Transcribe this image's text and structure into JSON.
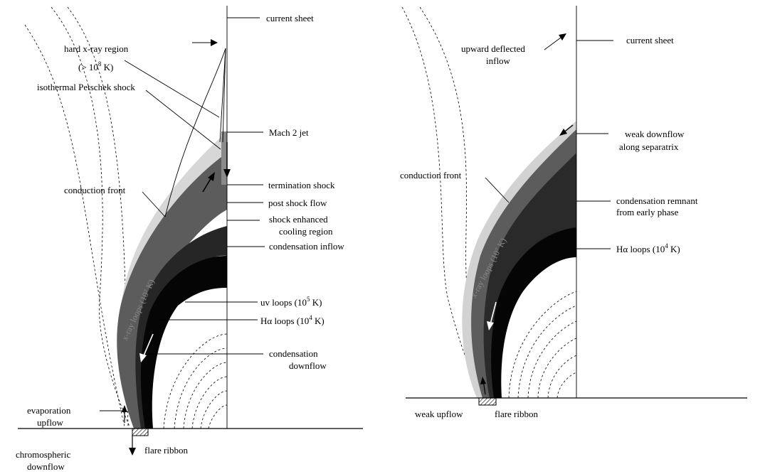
{
  "left_panel": {
    "current_sheet": "current sheet",
    "hard_xray_1": "hard x-ray region",
    "hard_xray_2": "(> 10",
    "hard_xray_exp": "8",
    "hard_xray_3": " K)",
    "petschek": "isothermal Petschek shock",
    "mach": "Mach 2 jet",
    "conduction": "conduction front",
    "termination": "termination shock",
    "post_shock": "post shock flow",
    "shock_cool_1": "shock enhanced",
    "shock_cool_2": "cooling region",
    "cond_inflow": "condensation inflow",
    "uv_1": "uv loops (10",
    "uv_exp": "5",
    "uv_2": " K)",
    "ha_1": "Hα loops (10",
    "ha_exp": "4",
    "ha_2": " K)",
    "cond_down_1": "condensation",
    "cond_down_2": "downflow",
    "evap_1": "evaporation",
    "evap_2": "upflow",
    "chromo_1": "chromospheric",
    "chromo_2": "downflow",
    "ribbon": "flare ribbon",
    "xray_loops": "x-ray loops (10⁷ K)"
  },
  "right_panel": {
    "current_sheet": "current sheet",
    "upward_1": "upward deflected",
    "upward_2": "inflow",
    "weak_down_1": "weak downflow",
    "weak_down_2": "along separatrix",
    "conduction": "conduction front",
    "remnant_1": "condensation remnant",
    "remnant_2": "from early phase",
    "ha_1": "Hα loops (10",
    "ha_exp": "4",
    "ha_2": " K)",
    "weak_up": "weak upflow",
    "ribbon": "flare ribbon",
    "xray_loops": "x-ray loops (10⁷ K)"
  },
  "colors": {
    "outer_band": "#d2d2d2",
    "xray_band": "#5a5a5a",
    "uv_band": "#2a2a2a",
    "ha_band": "#050505"
  }
}
